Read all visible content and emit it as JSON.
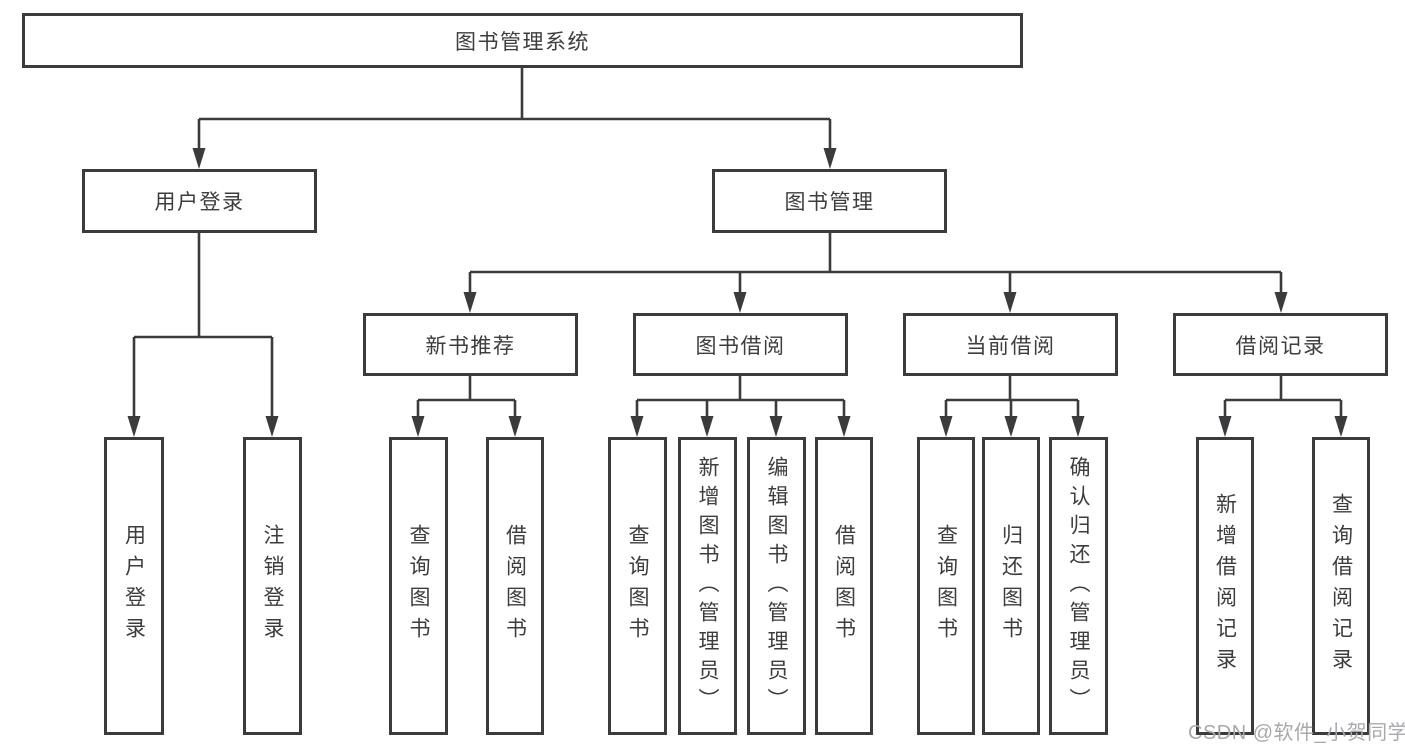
{
  "diagram_title": "图书管理系统",
  "tree": {
    "label": "图书管理系统",
    "children": [
      {
        "label": "用户登录",
        "children": [
          {
            "label": "用户登录"
          },
          {
            "label": "注销登录"
          }
        ]
      },
      {
        "label": "图书管理",
        "children": [
          {
            "label": "新书推荐",
            "children": [
              {
                "label": "查询图书"
              },
              {
                "label": "借阅图书"
              }
            ]
          },
          {
            "label": "图书借阅",
            "children": [
              {
                "label": "查询图书"
              },
              {
                "label": "新增图书（管理员）"
              },
              {
                "label": "编辑图书（管理员）"
              },
              {
                "label": "借阅图书"
              }
            ]
          },
          {
            "label": "当前借阅",
            "children": [
              {
                "label": "查询图书"
              },
              {
                "label": "归还图书"
              },
              {
                "label": "确认归还（管理员）"
              }
            ]
          },
          {
            "label": "借阅记录",
            "children": [
              {
                "label": "新增借阅记录"
              },
              {
                "label": "查询借阅记录"
              }
            ]
          }
        ]
      }
    ]
  },
  "watermark": {
    "text": "CSDN @软件_小贺同学"
  },
  "colors": {
    "line": "#3b3b3d",
    "text": "#3d3d3f",
    "watermark": "#a9a9ad",
    "background": "#ffffff"
  }
}
